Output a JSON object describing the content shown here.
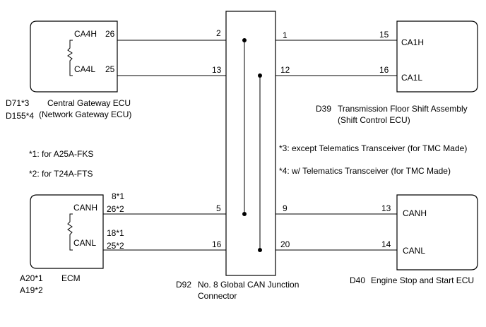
{
  "central_gateway": {
    "refs": [
      "D71*3",
      "D155*4"
    ],
    "name": "Central Gateway ECU",
    "subname": "(Network Gateway ECU)",
    "pin_h_label": "CA4H",
    "pin_l_label": "CA4L",
    "pin_h_num": "26",
    "pin_l_num": "25"
  },
  "tfsa": {
    "ref": "D39",
    "name": "Transmission Floor Shift Assembly",
    "subname": "(Shift Control ECU)",
    "pin_h_label": "CA1H",
    "pin_l_label": "CA1L",
    "pin_h_num": "15",
    "pin_l_num": "16"
  },
  "ecm": {
    "refs": [
      "A20*1",
      "A19*2"
    ],
    "name": "ECM",
    "pin_h_label": "CANH",
    "pin_l_label": "CANL",
    "pin_h_nums": [
      "8*1",
      "26*2"
    ],
    "pin_l_nums": [
      "18*1",
      "25*2"
    ]
  },
  "engine_stop_start": {
    "ref": "D40",
    "name": "Engine Stop and Start ECU",
    "pin_h_label": "CANH",
    "pin_l_label": "CANL",
    "pin_h_num": "13",
    "pin_l_num": "14"
  },
  "junction": {
    "ref": "D92",
    "name": "No. 8 Global CAN Junction",
    "name2": "Connector",
    "pins": {
      "left_top_h": "2",
      "left_top_l": "13",
      "right_top_h": "1",
      "right_top_l": "12",
      "left_bottom_h": "5",
      "left_bottom_l": "16",
      "right_bottom_h": "9",
      "right_bottom_l": "20"
    }
  },
  "notes": {
    "note1": "*1: for A25A-FKS",
    "note2": "*2: for T24A-FTS",
    "note3": "*3: except Telematics Transceiver (for TMC Made)",
    "note4": "*4: w/ Telematics Transceiver (for TMC Made)"
  }
}
